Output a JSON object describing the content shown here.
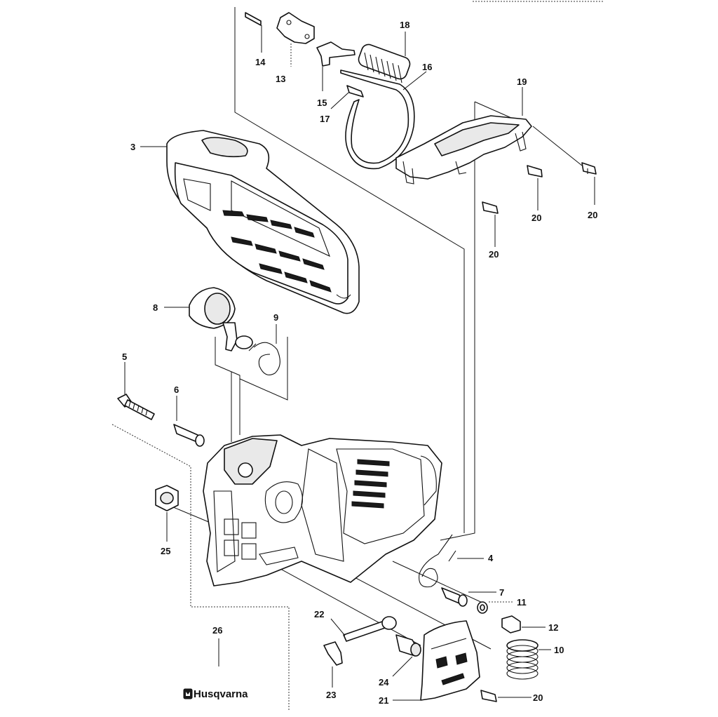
{
  "labels": {
    "l3": "3",
    "l4": "4",
    "l5": "5",
    "l6": "6",
    "l7": "7",
    "l8": "8",
    "l9": "9",
    "l10": "10",
    "l11": "11",
    "l12": "12",
    "l13": "13",
    "l14": "14",
    "l15": "15",
    "l16": "16",
    "l17": "17",
    "l18": "18",
    "l19": "19",
    "l20a": "20",
    "l20b": "20",
    "l20c": "20",
    "l20d": "20",
    "l21": "21",
    "l22": "22",
    "l23": "23",
    "l24": "24",
    "l25": "25",
    "l26": "26"
  },
  "brand": {
    "name": "Husqvarna"
  }
}
